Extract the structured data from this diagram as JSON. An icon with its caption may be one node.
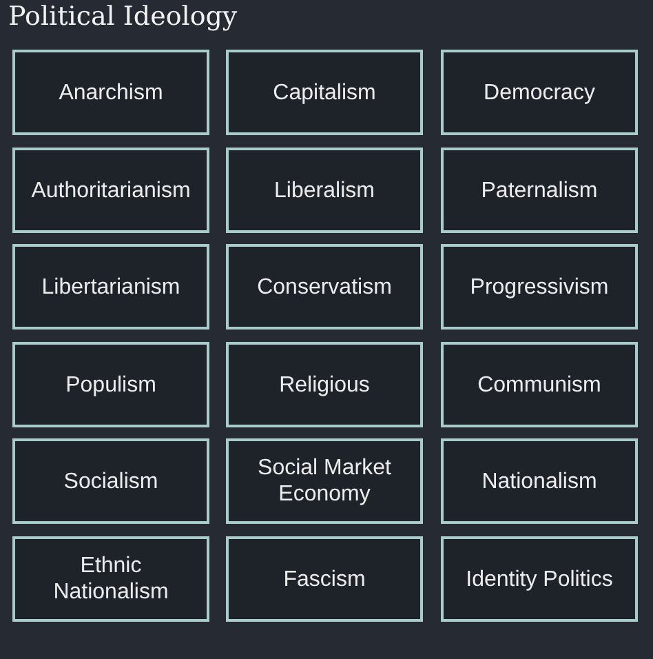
{
  "diagram": {
    "title": "Political Ideology",
    "nodes": [
      {
        "text": [
          "Anarchism"
        ]
      },
      {
        "text": [
          "Capitalism"
        ]
      },
      {
        "text": [
          "Democracy"
        ]
      },
      {
        "text": [
          "Authoritarianism"
        ]
      },
      {
        "text": [
          "Liberalism"
        ]
      },
      {
        "text": [
          "Paternalism"
        ]
      },
      {
        "text": [
          "Libertarianism"
        ]
      },
      {
        "text": [
          "Conservatism"
        ]
      },
      {
        "text": [
          "Progressivism"
        ]
      },
      {
        "text": [
          "Populism"
        ]
      },
      {
        "text": [
          "Religious"
        ]
      },
      {
        "text": [
          "Communism"
        ]
      },
      {
        "text": [
          "Socialism"
        ]
      },
      {
        "text": [
          "Social Market Economy"
        ]
      },
      {
        "text": [
          "Nationalism"
        ]
      },
      {
        "text": [
          "Ethnic Nationalism"
        ]
      },
      {
        "text": [
          "Fascism"
        ]
      },
      {
        "text": [
          "Identity Politics"
        ]
      }
    ]
  }
}
